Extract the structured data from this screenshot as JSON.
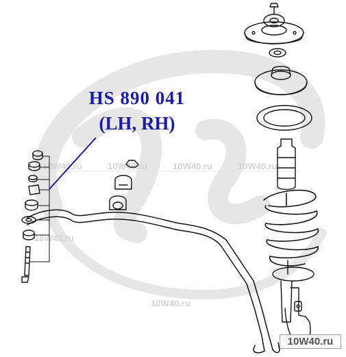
{
  "callout": {
    "part_number": "HS 890 041",
    "sides": "(LH, RH)"
  },
  "watermark": {
    "text": "10W40.ru"
  },
  "badge": {
    "text": "10W40.ru"
  },
  "colors": {
    "callout_text": "#1a1aa8",
    "leader_line": "#1a1aa8",
    "line_art": "#111111",
    "watermark_logo": "#e8e8e8",
    "watermark_text": "#dcdcdc"
  }
}
